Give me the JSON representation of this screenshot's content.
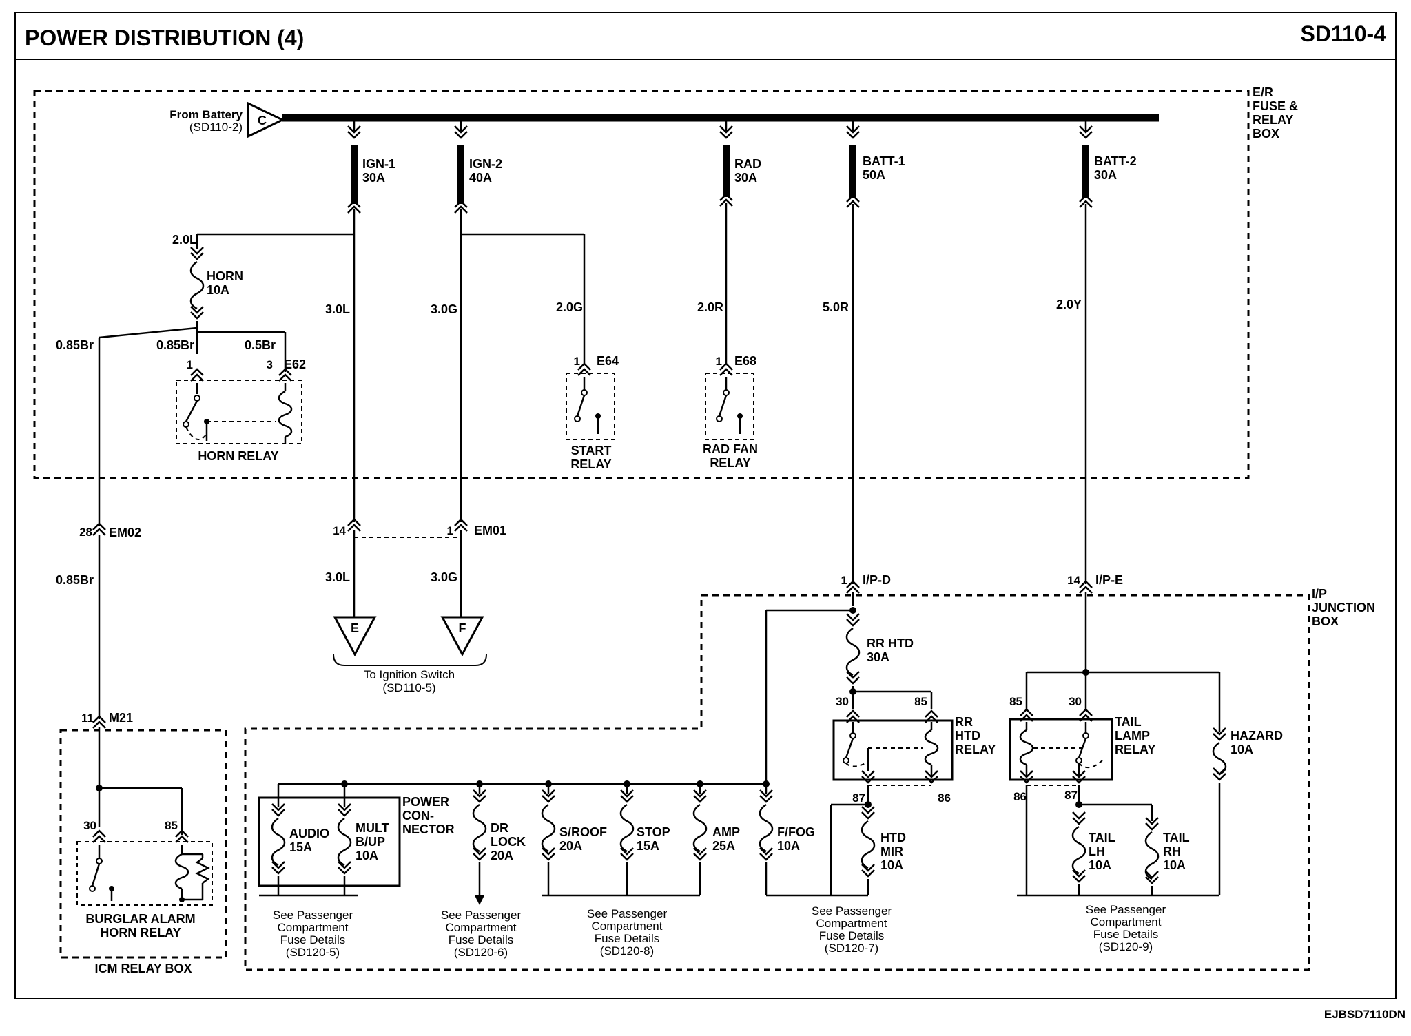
{
  "header": {
    "title": "POWER DISTRIBUTION (4)",
    "code": "SD110-4"
  },
  "footer": {
    "code": "EJBSD7110DN"
  },
  "er_box": {
    "label": [
      "E/R",
      "FUSE &",
      "RELAY",
      "BOX"
    ]
  },
  "ip_box": {
    "label": [
      "I/P",
      "JUNCTION",
      "BOX"
    ]
  },
  "icm_box": {
    "label": "ICM RELAY BOX"
  },
  "battery": {
    "connector": "C",
    "from": "From Battery",
    "ref": "(SD110-2)"
  },
  "fusible_links": [
    {
      "name": "IGN-1",
      "rating": "30A"
    },
    {
      "name": "IGN-2",
      "rating": "40A"
    },
    {
      "name": "RAD",
      "rating": "30A"
    },
    {
      "name": "BATT-1",
      "rating": "50A"
    },
    {
      "name": "BATT-2",
      "rating": "30A"
    }
  ],
  "wires": {
    "horn_feed": "2.0L",
    "ign1": "3.0L",
    "ign2": "3.0G",
    "start": "2.0G",
    "rad": "2.0R",
    "batt1": "5.0R",
    "batt2": "2.0Y",
    "horn_out": "0.85Br",
    "horn_relay_in": "0.85Br",
    "horn_relay_coil": "0.5Br",
    "em02_lower": "0.85Br",
    "em01_left": "3.0L",
    "em01_right": "3.0G"
  },
  "horn_fuse": {
    "name": "HORN",
    "rating": "10A"
  },
  "relays": {
    "horn": {
      "label": "HORN RELAY",
      "connector": "E62",
      "pin_a": "1",
      "pin_b": "3"
    },
    "start": {
      "label": [
        "START",
        "RELAY"
      ],
      "connector": "E64",
      "pin": "1"
    },
    "radfan": {
      "label": [
        "RAD FAN",
        "RELAY"
      ],
      "connector": "E68",
      "pin": "1"
    },
    "burglar": {
      "label": [
        "BURGLAR ALARM",
        "HORN RELAY"
      ],
      "pin_a": "30",
      "pin_b": "85"
    },
    "rrhtd": {
      "label": [
        "RR",
        "HTD",
        "RELAY"
      ],
      "p30": "30",
      "p85": "85",
      "p87": "87",
      "p86": "86"
    },
    "tail": {
      "label": [
        "TAIL",
        "LAMP",
        "RELAY"
      ],
      "p85": "85",
      "p30": "30",
      "p86": "86",
      "p87": "87"
    }
  },
  "connectors": {
    "em02": {
      "pin": "28",
      "name": "EM02"
    },
    "em01_l": {
      "pin": "14"
    },
    "em01_r": {
      "pin": "1",
      "name": "EM01"
    },
    "m21": {
      "pin": "11",
      "name": "M21"
    },
    "ipd": {
      "pin": "1",
      "name": "I/P-D"
    },
    "ipe": {
      "pin": "14",
      "name": "I/P-E"
    }
  },
  "ignition": {
    "e": "E",
    "f": "F",
    "text": "To Ignition Switch",
    "ref": "(SD110-5)"
  },
  "power_connector": [
    "POWER",
    "CON-",
    "NECTOR"
  ],
  "fuses": {
    "audio": [
      "AUDIO",
      "15A"
    ],
    "mult": [
      "MULT",
      "B/UP",
      "10A"
    ],
    "drlock": [
      "DR",
      "LOCK",
      "20A"
    ],
    "sroof": [
      "S/ROOF",
      "20A"
    ],
    "stop": [
      "STOP",
      "15A"
    ],
    "amp": [
      "AMP",
      "25A"
    ],
    "ffog": [
      "F/FOG",
      "10A"
    ],
    "rrhtd": [
      "RR HTD",
      "30A"
    ],
    "htdmir": [
      "HTD",
      "MIR",
      "10A"
    ],
    "hazard": [
      "HAZARD",
      "10A"
    ],
    "taillh": [
      "TAIL",
      "LH",
      "10A"
    ],
    "tailrh": [
      "TAIL",
      "RH",
      "10A"
    ]
  },
  "see_refs": [
    {
      "lines": [
        "See Passenger",
        "Compartment",
        "Fuse Details"
      ],
      "ref": "(SD120-5)"
    },
    {
      "lines": [
        "See Passenger",
        "Compartment",
        "Fuse Details"
      ],
      "ref": "(SD120-6)"
    },
    {
      "lines": [
        "See Passenger",
        "Compartment",
        "Fuse Details"
      ],
      "ref": "(SD120-8)"
    },
    {
      "lines": [
        "See Passenger",
        "Compartment",
        "Fuse Details"
      ],
      "ref": "(SD120-7)"
    },
    {
      "lines": [
        "See Passenger",
        "Compartment",
        "Fuse Details"
      ],
      "ref": "(SD120-9)"
    }
  ]
}
